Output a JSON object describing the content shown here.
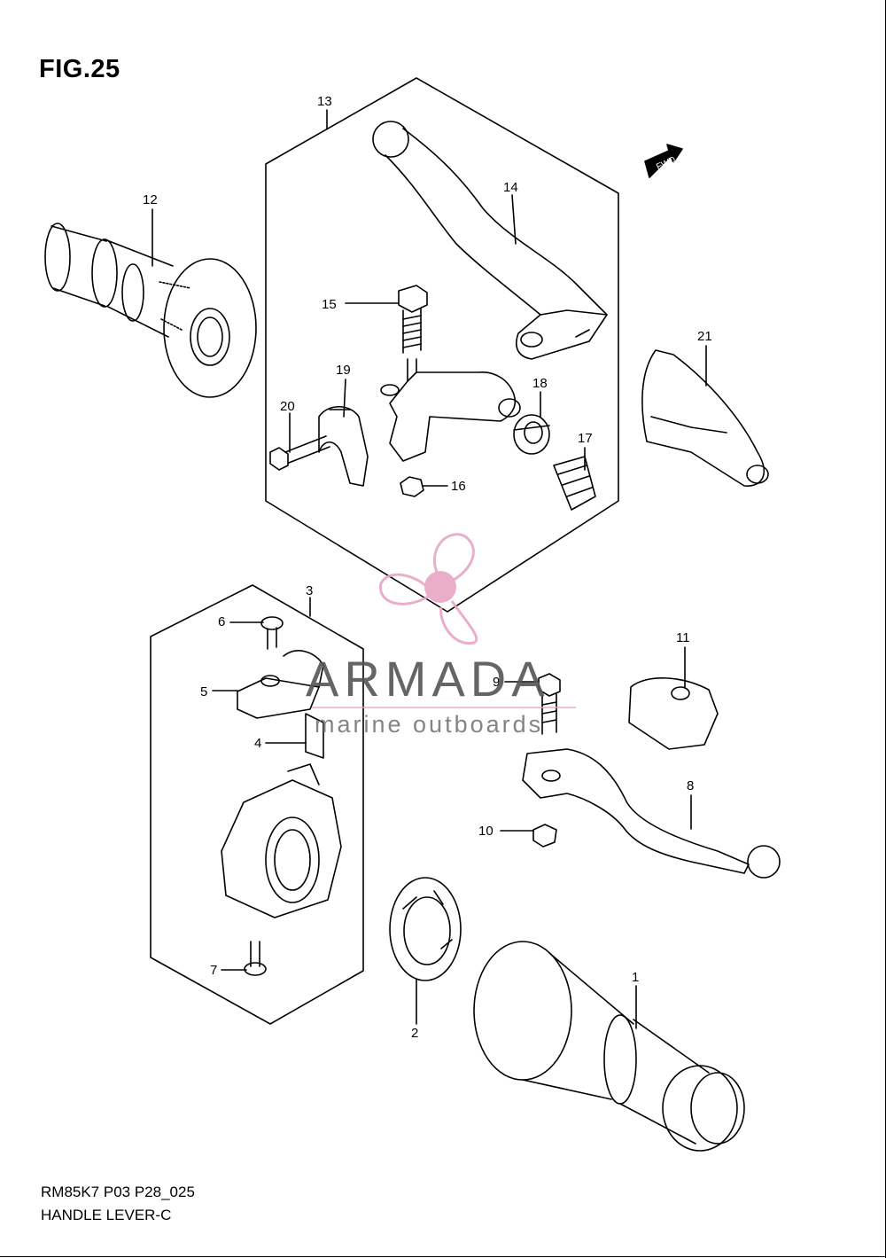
{
  "figure": {
    "title": "FIG.25",
    "code": "RM85K7 P03 P28_025",
    "name": "HANDLE LEVER-C"
  },
  "badge": {
    "label": "FWD"
  },
  "watermark": {
    "brand": "ARMADA",
    "tagline": "marine outboards",
    "color": "#e8a6c6"
  },
  "callouts": [
    "13",
    "14",
    "12",
    "15",
    "19",
    "18",
    "20",
    "17",
    "16",
    "21",
    "3",
    "6",
    "5",
    "4",
    "9",
    "11",
    "8",
    "10",
    "7",
    "2",
    "1"
  ]
}
